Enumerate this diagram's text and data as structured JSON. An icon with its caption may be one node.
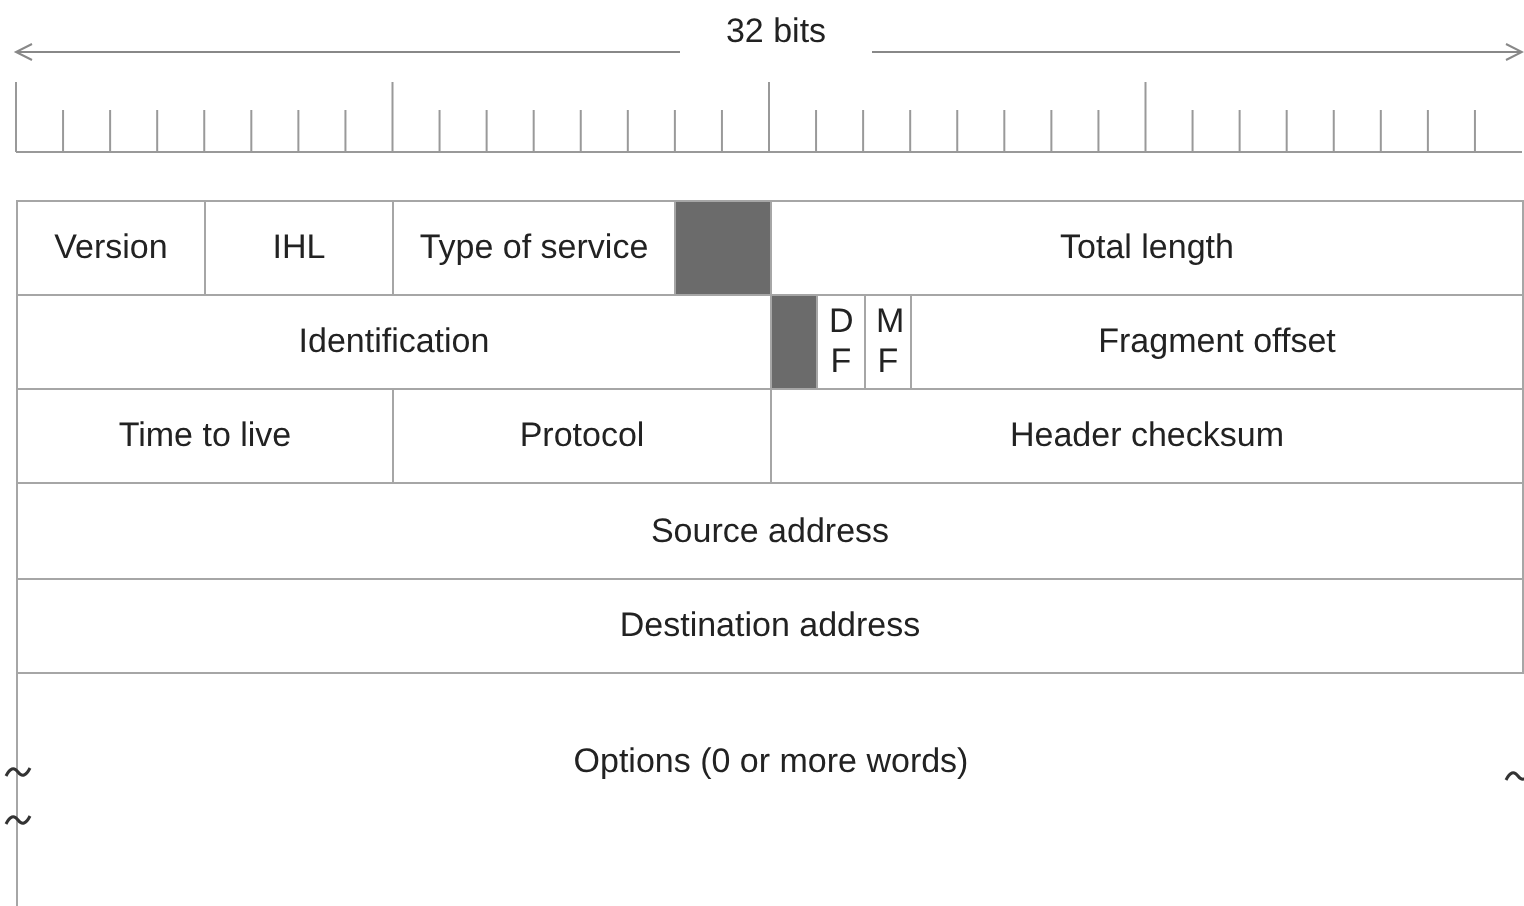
{
  "diagram": {
    "nodes": [
      {
        "text": [
          "Version"
        ]
      },
      {
        "text": [
          "IHL"
        ]
      },
      {
        "text": [
          "Type of service"
        ]
      },
      {
        "text": [],
        "shape": "box"
      },
      {
        "text": [
          "Total length"
        ]
      },
      {
        "text": [
          "Identification"
        ]
      },
      {
        "text": [],
        "shape": "box"
      },
      {
        "text": [
          "DF"
        ]
      },
      {
        "text": [
          "MF"
        ]
      },
      {
        "text": [
          "Fragment offset"
        ]
      },
      {
        "text": [
          "Time to live"
        ]
      },
      {
        "text": [
          "Protocol"
        ]
      },
      {
        "text": [
          "Header checksum"
        ]
      },
      {
        "text": [
          "Source address"
        ]
      },
      {
        "text": [
          "Destination address"
        ]
      },
      {
        "text": [
          "Options (0 or more words)"
        ]
      }
    ],
    "edges": [],
    "labels": [
      "32 bits"
    ]
  }
}
